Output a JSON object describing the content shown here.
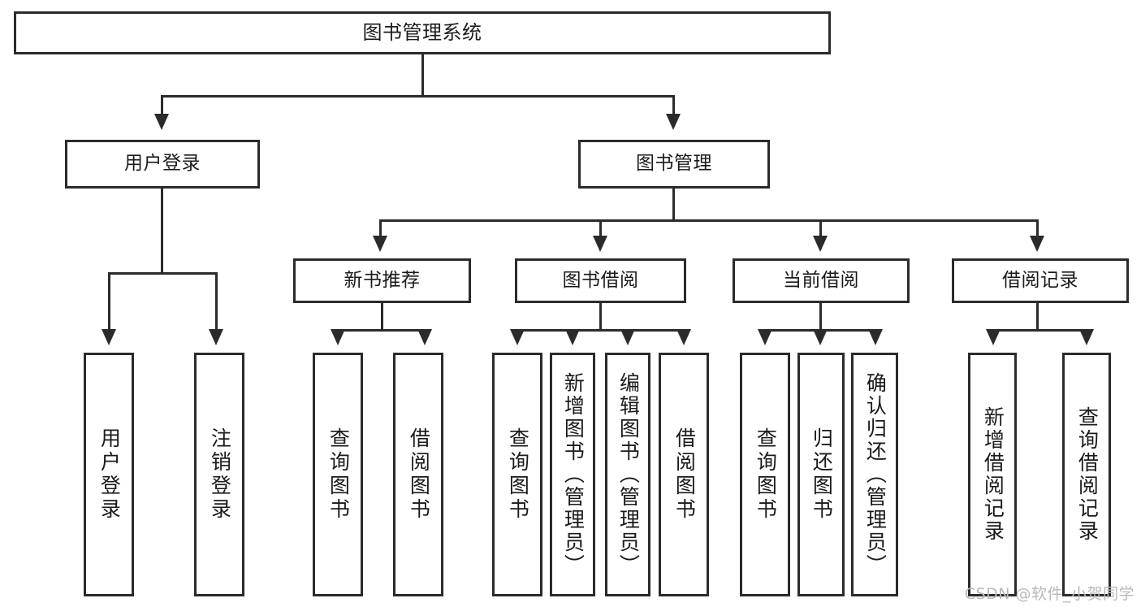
{
  "diagram": {
    "title": "图书管理系统",
    "watermark": "CSDN @软件_小贺同学",
    "level2": {
      "user_login": "用户登录",
      "book_manage": "图书管理"
    },
    "level3": {
      "new_book_rec": "新书推荐",
      "book_borrow": "图书借阅",
      "current_borrow": "当前借阅",
      "borrow_record": "借阅记录"
    },
    "leaves": {
      "user_login_1": "用户登录",
      "user_login_2": "注销登录",
      "new_book_1": "查询图书",
      "new_book_2": "借阅图书",
      "borrow_1": "查询图书",
      "borrow_2": "新增图书（管理员）",
      "borrow_3": "编辑图书（管理员）",
      "borrow_4": "借阅图书",
      "current_1": "查询图书",
      "current_2": "归还图书",
      "current_3": "确认归还（管理员）",
      "record_1": "新增借阅记录",
      "record_2": "查询借阅记录"
    }
  },
  "colors": {
    "stroke": "#2b2b2b",
    "text": "#1a1a1a",
    "background": "#ffffff",
    "watermark": "#b9b9b9"
  }
}
